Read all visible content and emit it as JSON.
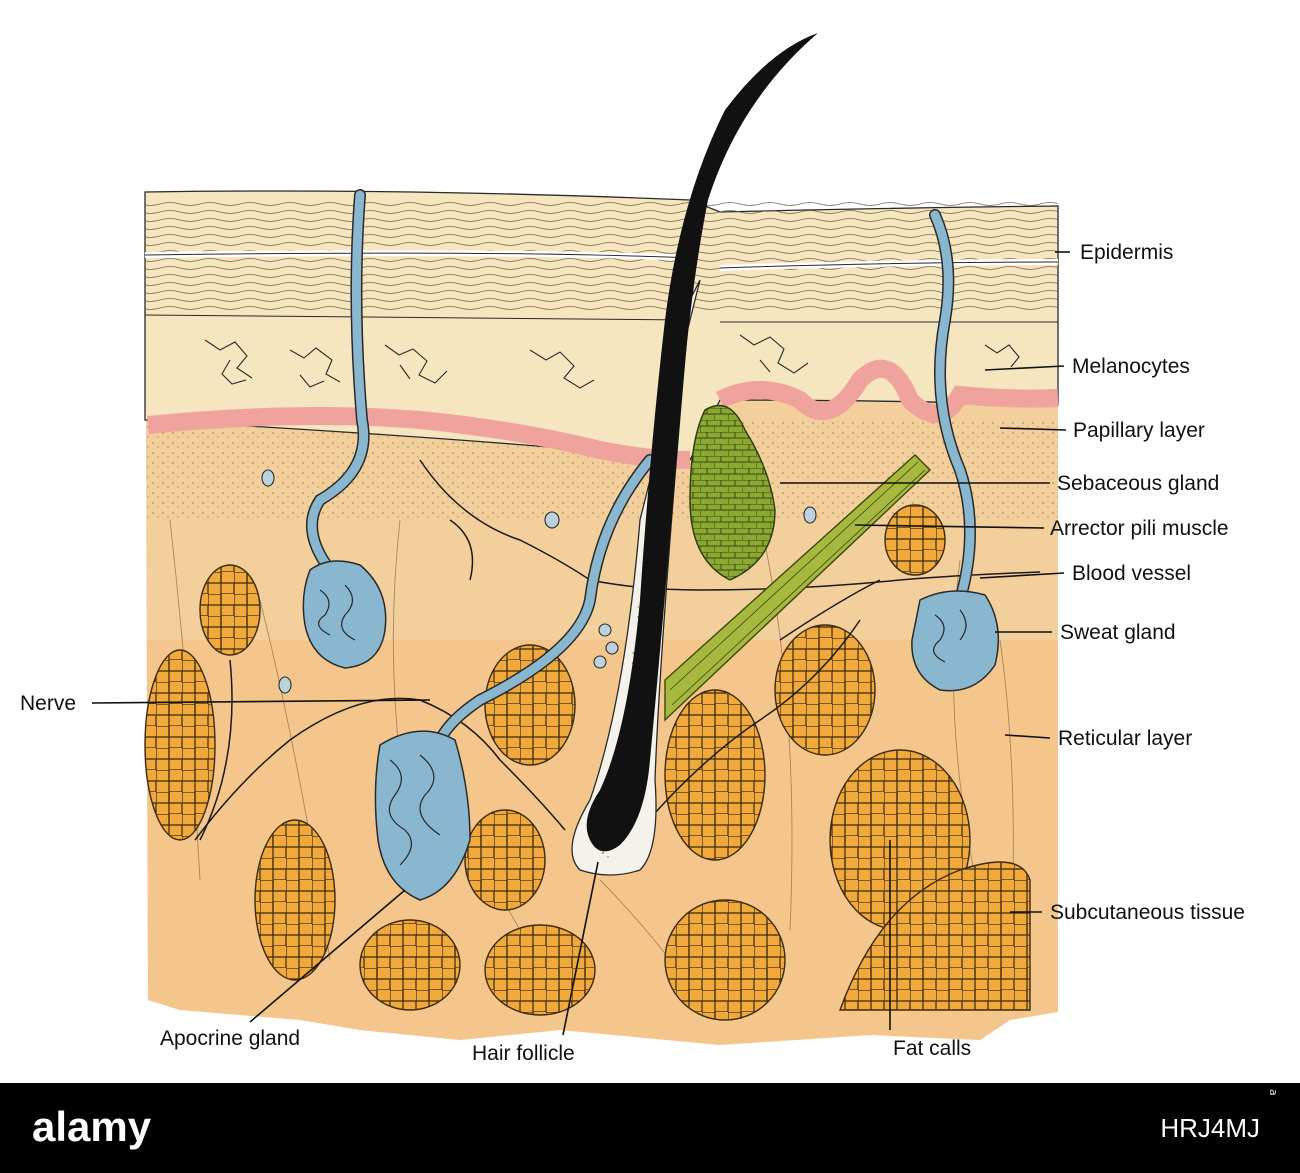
{
  "diagram": {
    "labels": {
      "epidermis": "Epidermis",
      "melanocytes": "Melanocytes",
      "papillary_layer": "Papillary layer",
      "sebaceous_gland": "Sebaceous gland",
      "arrector_pili_muscle": "Arrector pili muscle",
      "blood_vessel": "Blood vessel",
      "sweat_gland": "Sweat gland",
      "nerve": "Nerve",
      "reticular_layer": "Reticular layer",
      "subcutaneous_tissue": "Subcutaneous tissue",
      "apocrine_gland": "Apocrine gland",
      "hair_follicle": "Hair follicle",
      "fat_cells": "Fat calls"
    },
    "colors": {
      "epidermis": "#f6e6bf",
      "dermis": "#f3cf9c",
      "subcutaneous": "#f5c07e",
      "basal_layer": "#f0a39c",
      "sweat_duct": "#88b7cf",
      "sebaceous": "#8ba832",
      "muscle": "#a6b83e",
      "fat": "#f2a93b",
      "hair": "#111111"
    }
  },
  "footer": {
    "logo": "alamy",
    "image_id": "HRJ4MJ",
    "stock_mark": "a"
  }
}
